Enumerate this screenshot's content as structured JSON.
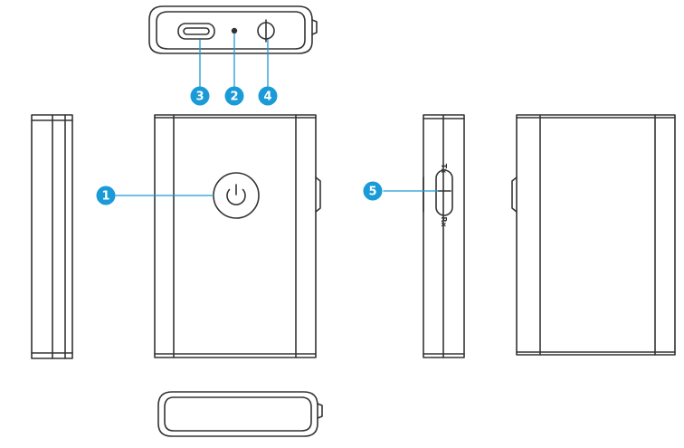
{
  "colors": {
    "stroke": "#333333",
    "callout_fill": "#1a9bd7",
    "callout_text": "#ffffff",
    "background": "#ffffff"
  },
  "callouts": [
    {
      "number": "1",
      "target": "power-button"
    },
    {
      "number": "2",
      "target": "indicator-led"
    },
    {
      "number": "3",
      "target": "micro-usb-port"
    },
    {
      "number": "4",
      "target": "audio-jack"
    },
    {
      "number": "5",
      "target": "rx-tx-switch"
    }
  ],
  "switch": {
    "tx_label": "Tx",
    "rx_label": "Rx"
  },
  "icons": {
    "power": "power-icon"
  }
}
